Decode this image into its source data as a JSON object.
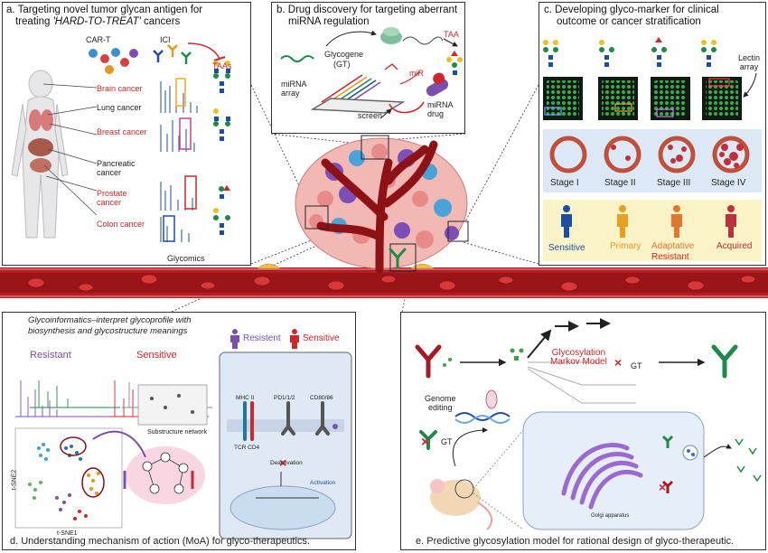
{
  "panel_a": {
    "title_line1": "a. Targeting novel tumor glycan antigen for",
    "title_prefix": "treating ",
    "title_italic": "'HARD-TO-TREAT'",
    "title_suffix": " cancers",
    "cart": "CAR-T",
    "ici": "ICI",
    "taas": "TAAs",
    "cancers": [
      "Brain cancer",
      "Lung cancer",
      "Breast cancer",
      "Pancreatic cancer",
      "Prostate cancer",
      "Colon cancer"
    ],
    "glycomics": "Glycomics"
  },
  "panel_b": {
    "title_line1": "b. Drug discovery for targeting aberrant",
    "title_line2": "miRNA regulation",
    "glycogene": "Glycogene",
    "gt": "(GT)",
    "taa": "TAA",
    "mirna_array": "miRNA array",
    "mir": "miR",
    "screen": "screen",
    "mirna_drug": "miRNA drug"
  },
  "panel_c": {
    "title_line1": "c. Developing glyco-marker for clinical",
    "title_line2": "outcome or cancer stratification",
    "lectin_array": "Lectin array",
    "stages": [
      "Stage I",
      "Stage II",
      "Stage III",
      "Stage IV"
    ],
    "sensitive": "Sensitive",
    "primary": "Primary",
    "adaptative": "Adaptative",
    "acquired": "Acquired",
    "resistant": "Resistant"
  },
  "panel_d": {
    "subtitle_line1": "Glycoinformatics–interpret glycoprofile with",
    "subtitle_line2": "biosynthesis and glycostructure meanings",
    "resistant": "Resistant",
    "sensitive": "Sensitive",
    "resistent_legend": "Resistent",
    "sensitive_legend": "Sensitive",
    "substructure": "Substructure network",
    "tsne1": "t-SNE1",
    "tsne2": "t-SNE2",
    "receptors": [
      "MHC II",
      "PD1/1/2",
      "CD80/86"
    ],
    "tcr": "TCR CD4",
    "deactivation": "Deactivation",
    "activation": "Activation",
    "caption": "d. Understanding mechanism of action (MoA) for glyco-therapeutics."
  },
  "panel_e": {
    "model_line1": "Glycosylation",
    "model_line2": "Markov Model",
    "gt1": "GT",
    "gt2": "GT",
    "genome_line1": "Genome",
    "genome_line2": "editing",
    "golgi": "Golgi apparatus",
    "caption": "e. Predictive glycosylation model for rational design of glyco-therapeutic."
  },
  "colors": {
    "red": "#d0262c",
    "purple": "#7a4fb0",
    "orange": "#e8961e",
    "blue": "#1c4fa0",
    "vessel": "#a81820",
    "green": "#1e8a4a"
  }
}
